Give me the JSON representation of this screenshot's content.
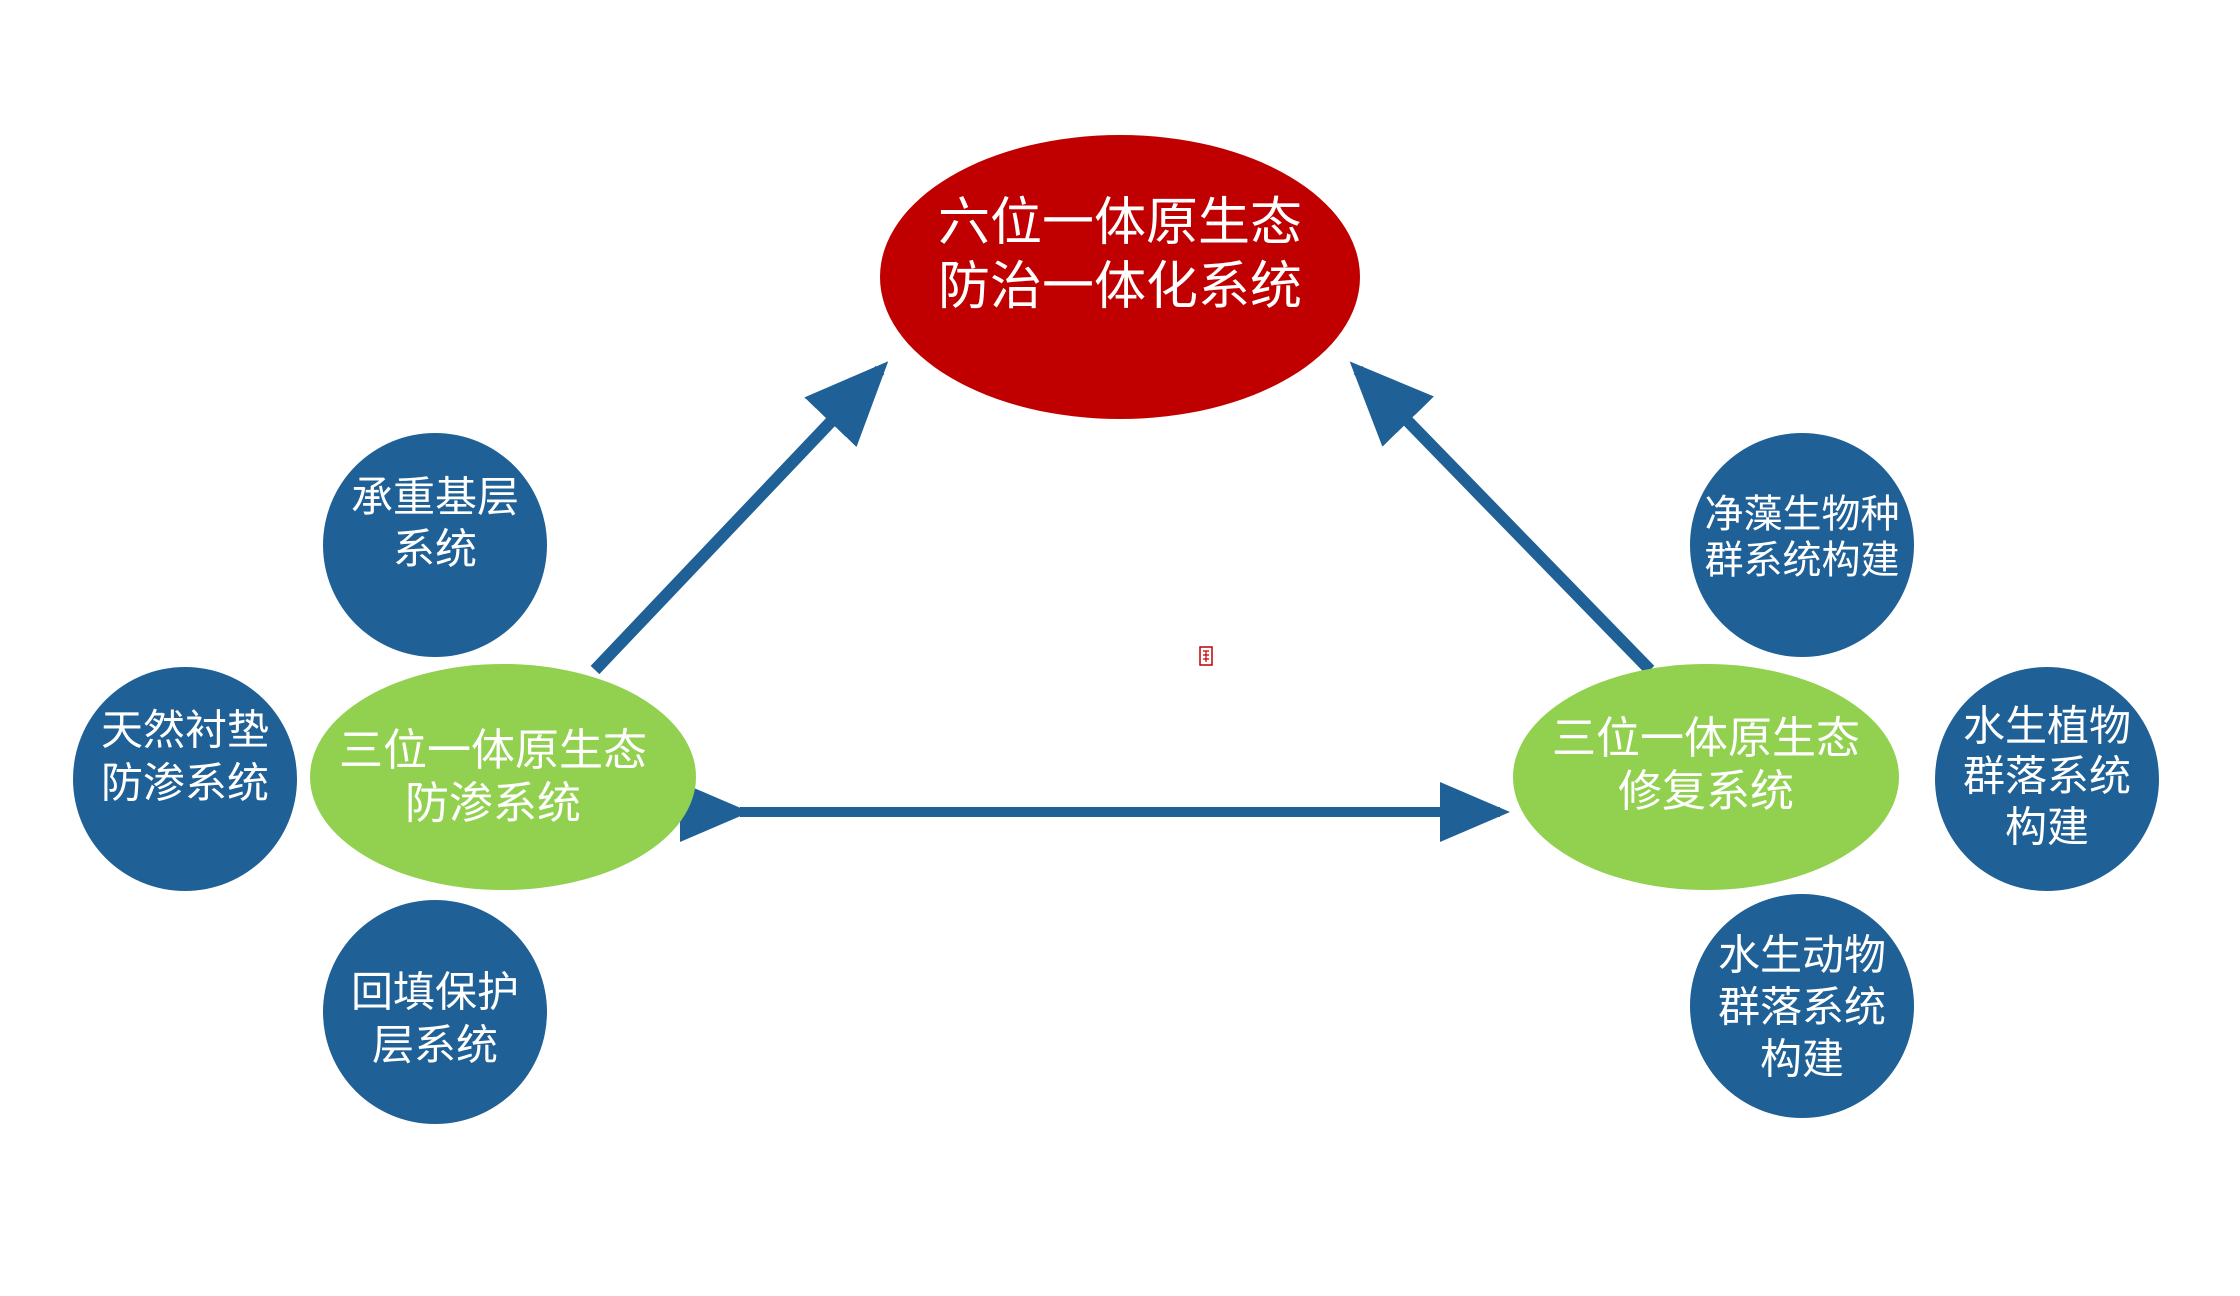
{
  "colors": {
    "main_node": "#c00000",
    "sub_node": "#92d050",
    "leaf_node": "#1f6096",
    "arrow": "#1f6096",
    "text": "#ffffff",
    "mark": "#c00000"
  },
  "center_node": {
    "line1": "六位一体原生态",
    "line2": "防治一体化系统"
  },
  "left_hub": {
    "line1": "三位一体原生态",
    "line2": "防渗系统"
  },
  "right_hub": {
    "line1": "三位一体原生态",
    "line2": "修复系统"
  },
  "left_leaves": {
    "top": {
      "line1": "承重基层",
      "line2": "系统"
    },
    "left": {
      "line1": "天然衬垫",
      "line2": "防渗系统"
    },
    "bottom": {
      "line1": "回填保护",
      "line2": "层系统"
    }
  },
  "right_leaves": {
    "top": {
      "line1": "净藻生物种",
      "line2": "群系统构建"
    },
    "right": {
      "line1": "水生植物",
      "line2": "群落系统",
      "line3": "构建"
    },
    "bottom": {
      "line1": "水生动物",
      "line2": "群落系统",
      "line3": "构建"
    }
  },
  "center_mark_icon": "seal-mark-icon"
}
